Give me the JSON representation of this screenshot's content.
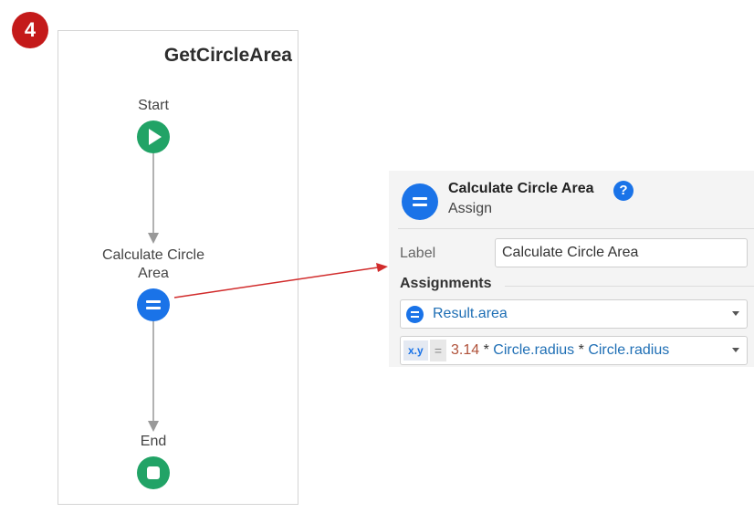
{
  "step_badge": "4",
  "flow": {
    "title": "GetCircleArea",
    "nodes": {
      "start": {
        "label": "Start",
        "icon": "play-icon"
      },
      "assign": {
        "label_line1": "Calculate Circle",
        "label_line2": "Area",
        "icon": "assign-icon"
      },
      "end": {
        "label": "End",
        "icon": "stop-icon"
      }
    }
  },
  "properties": {
    "title": "Calculate Circle Area",
    "type": "Assign",
    "help": "?",
    "label_field": {
      "label": "Label",
      "value": "Calculate Circle Area"
    },
    "assignments_heading": "Assignments",
    "assignment": {
      "variable": "Result.area",
      "value_tag": "x.y",
      "equals": "=",
      "expr": {
        "num": "3.14",
        "op1": " * ",
        "id1": "Circle.radius",
        "op2": " * ",
        "id2": "Circle.radius"
      }
    }
  },
  "colors": {
    "badge": "#c41a1a",
    "start_end": "#21a366",
    "assign": "#1a73e8",
    "arrow": "#d12b2b"
  }
}
